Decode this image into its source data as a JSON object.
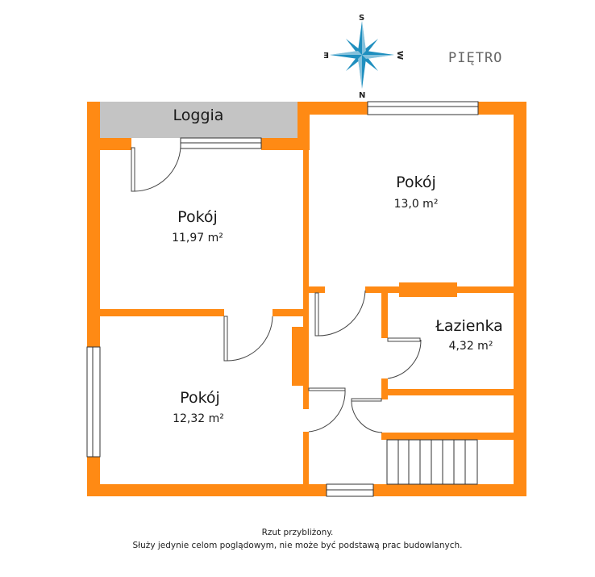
{
  "title": "PIĘTRO",
  "compass": {
    "top": "S",
    "bottom": "N",
    "left": "E",
    "right": "W",
    "color": "#1f8fbf"
  },
  "colors": {
    "wall": "#ff8a14",
    "loggia": "#c4c4c4",
    "background": "#ffffff"
  },
  "rooms": [
    {
      "name": "Loggia",
      "area": ""
    },
    {
      "name": "Pokój",
      "area": "11,97 m²"
    },
    {
      "name": "Pokój",
      "area": "13,0 m²"
    },
    {
      "name": "Łazienka",
      "area": "4,32 m²"
    },
    {
      "name": "Pokój",
      "area": "12,32 m²"
    }
  ],
  "footer": {
    "line1": "Rzut przybliżony.",
    "line2": "Służy jedynie celom poglądowym, nie może być podstawą prac budowlanych."
  }
}
